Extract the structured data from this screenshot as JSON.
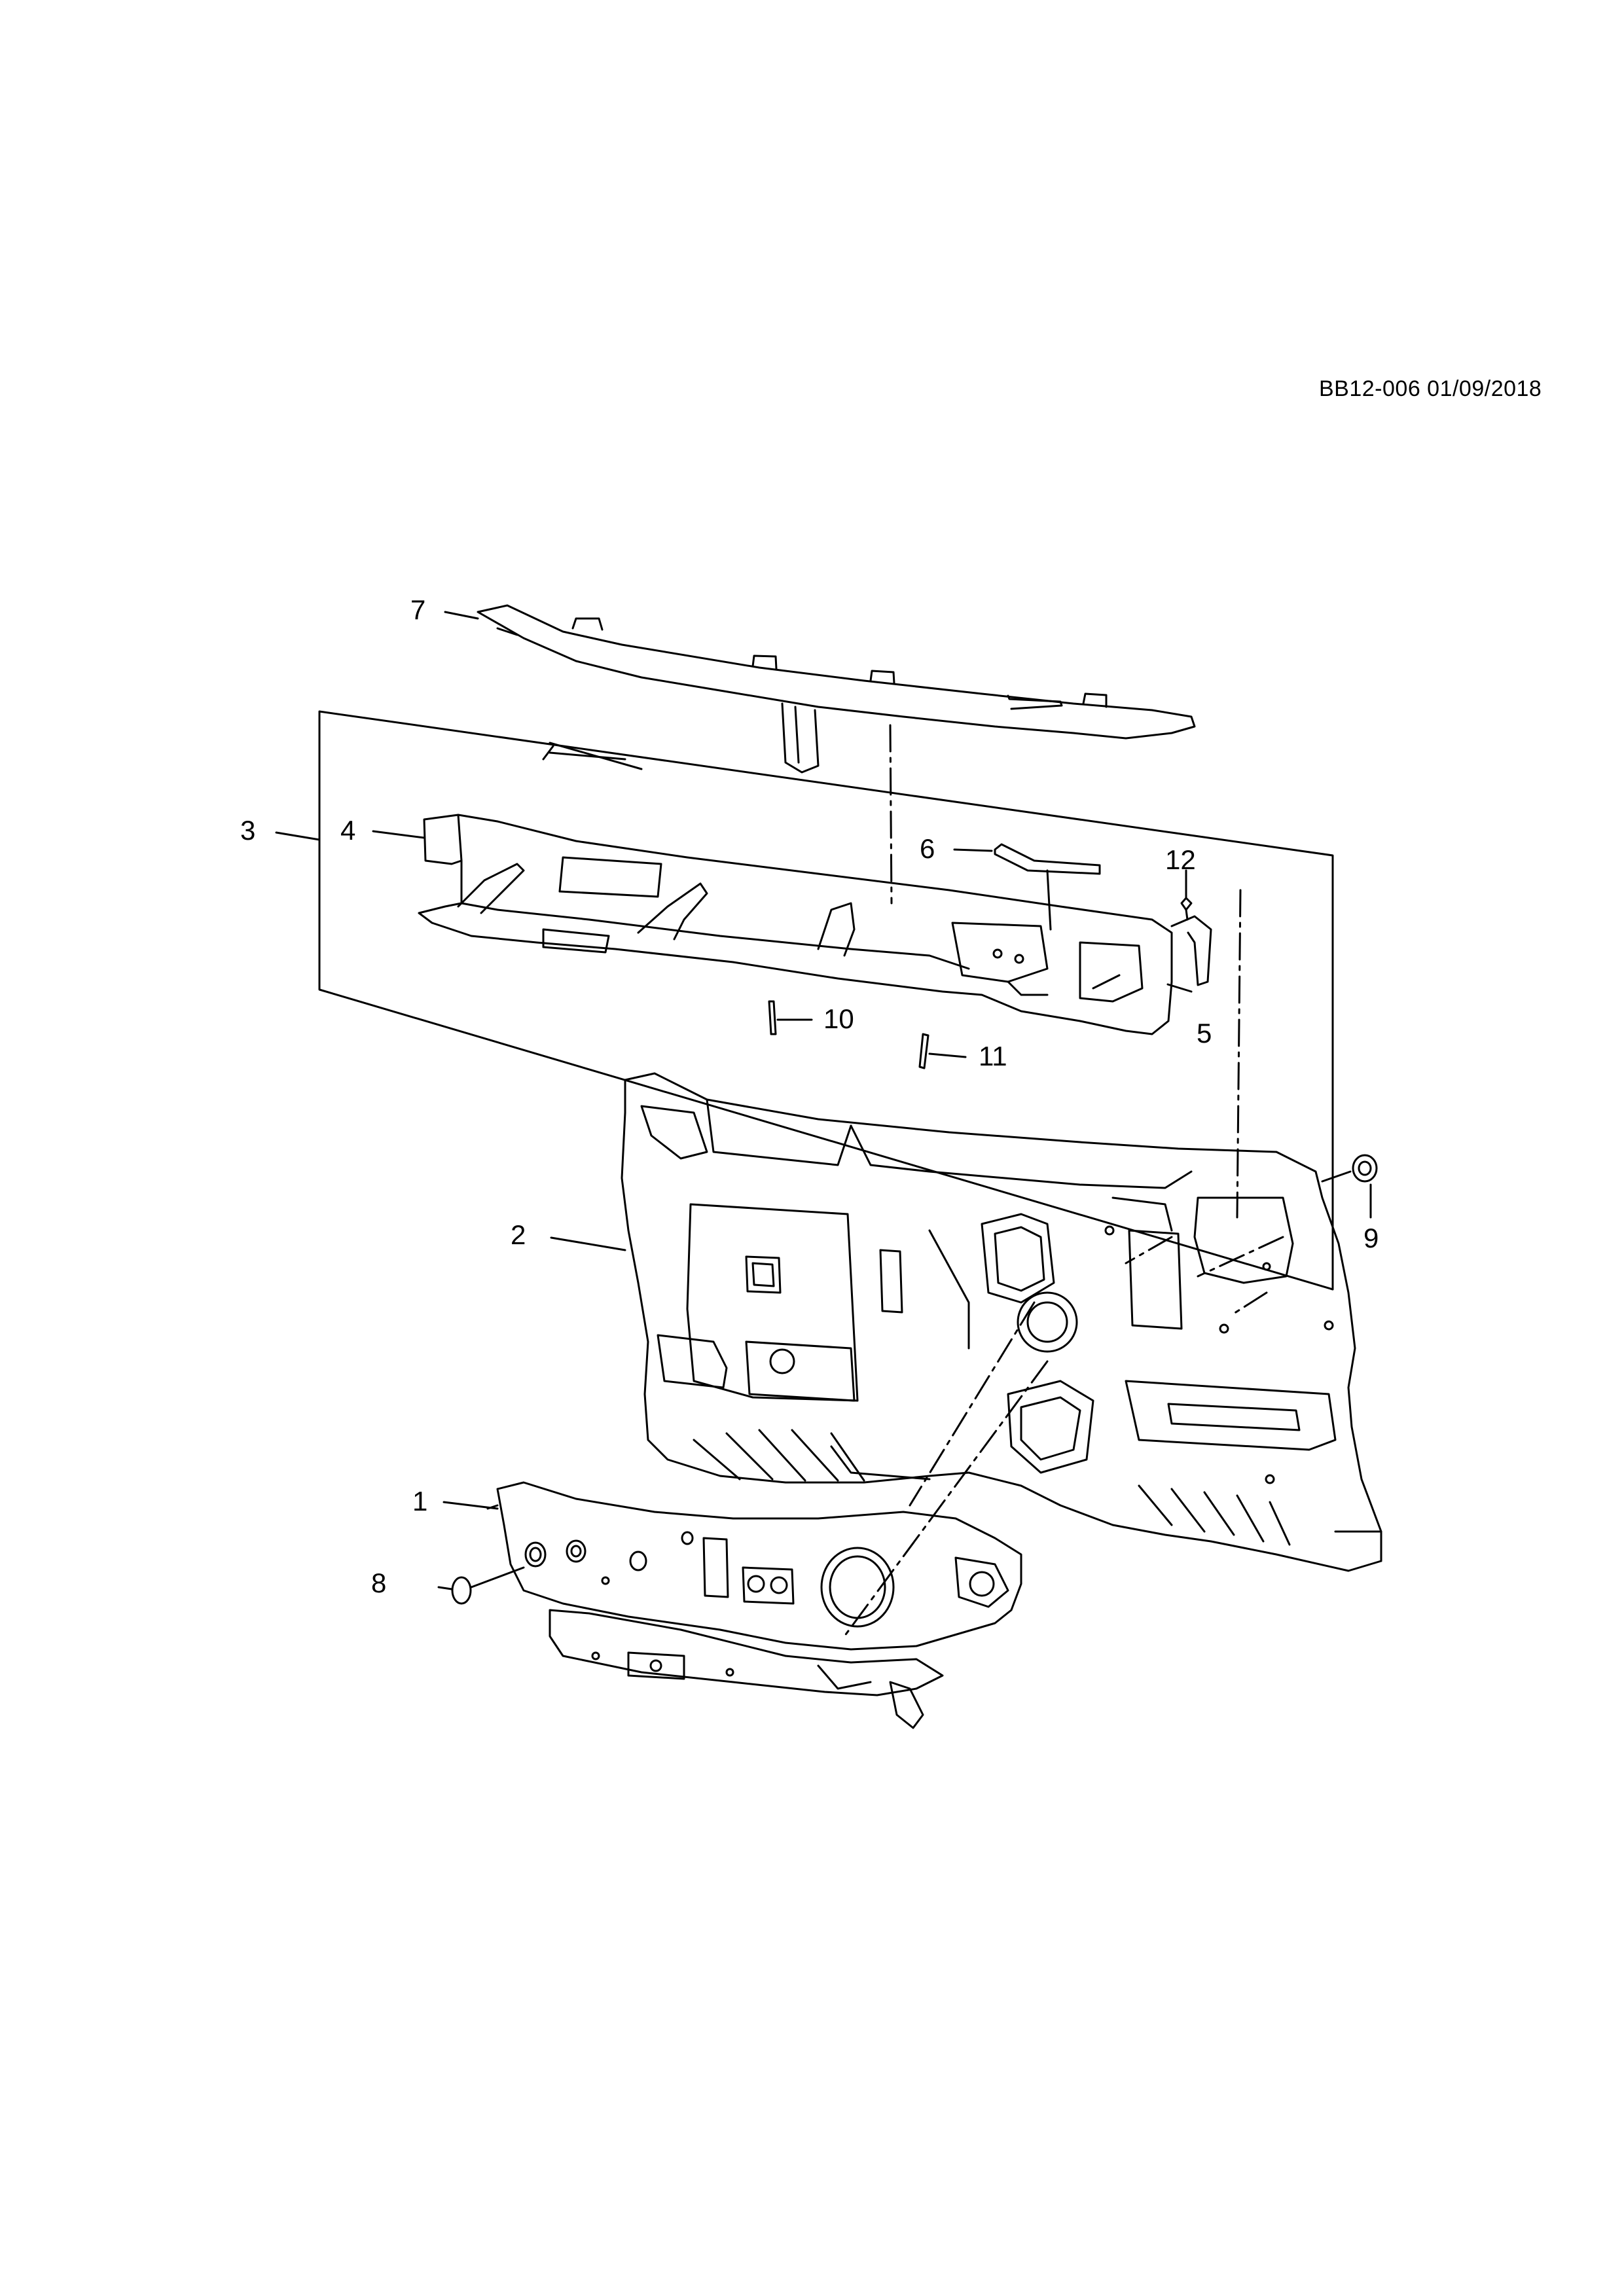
{
  "diagram": {
    "drawing_code": "BB12-006 01/09/2018",
    "line_color": "#000000",
    "background_color": "#ffffff",
    "callouts": {
      "c1": "1",
      "c2": "2",
      "c3": "3",
      "c4": "4",
      "c5": "5",
      "c6": "6",
      "c7": "7",
      "c8": "8",
      "c9": "9",
      "c10": "10",
      "c11": "11",
      "c12": "12"
    }
  }
}
